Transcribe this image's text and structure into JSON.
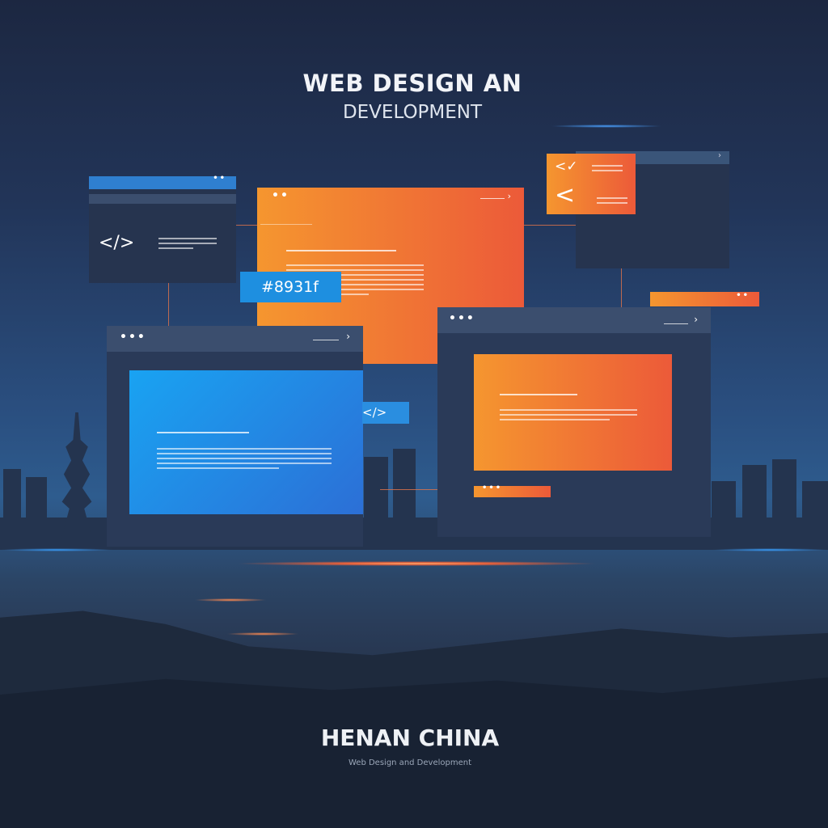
{
  "header": {
    "title_line1": "WEB DESIGN AN",
    "title_line2": "DEVELOPMENT"
  },
  "windows": {
    "code_window": {
      "code_symbol": "</>"
    },
    "color_badge": {
      "text": "#8931f"
    },
    "code_tag": {
      "text": "</>"
    },
    "orange_card": {
      "icon_top": "<✓",
      "icon_bottom": "<"
    },
    "dots": "•••",
    "dots2": "••"
  },
  "footer": {
    "title": "HENAN CHINA",
    "subtitle": "Web Design and Development"
  },
  "colors": {
    "orange": "#f5962f",
    "orange_end": "#ec5a39",
    "blue": "#1aa0f0",
    "navy": "#26344f"
  }
}
